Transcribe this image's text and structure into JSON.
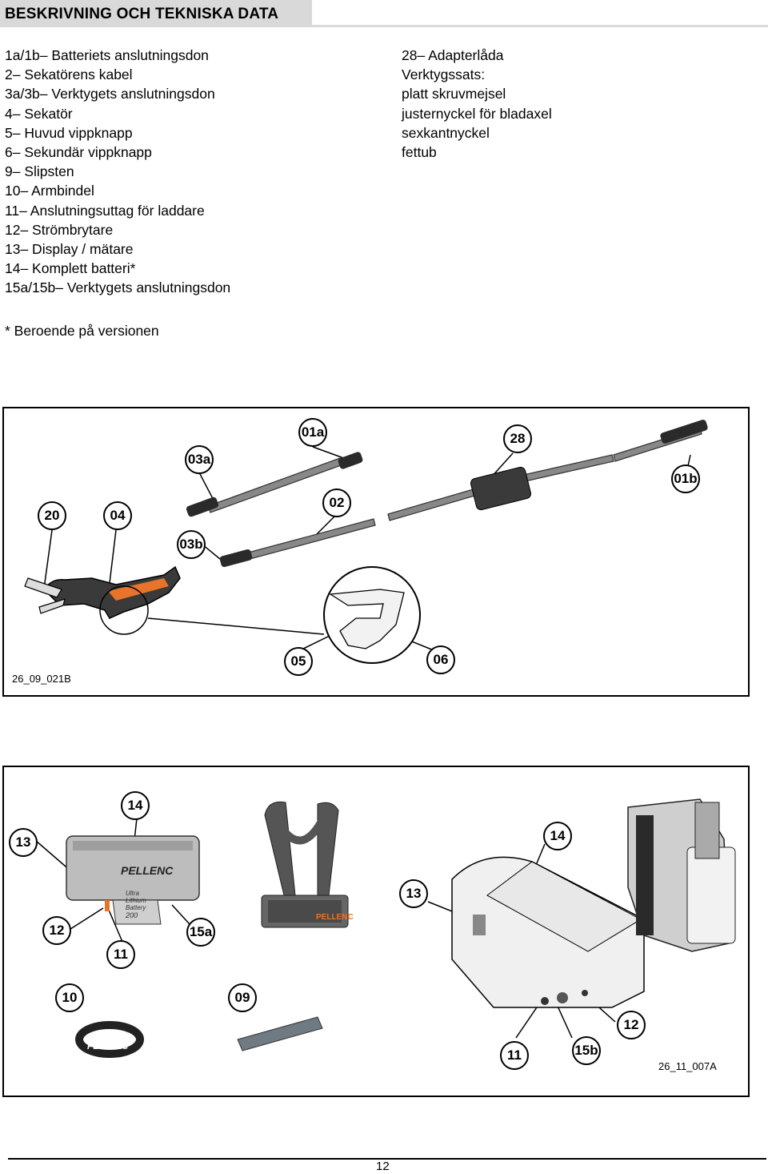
{
  "header": {
    "title": "BESKRIVNING OCH TEKNISKA DATA"
  },
  "left_list": [
    "1a/1b– Batteriets anslutningsdon",
    "2– Sekatörens kabel",
    "3a/3b– Verktygets anslutningsdon",
    "4– Sekatör",
    "5– Huvud vippknapp",
    "6– Sekundär vippknapp",
    "9– Slipsten",
    "10– Armbindel",
    "11– Anslutningsuttag för laddare",
    "12– Strömbrytare",
    "13– Display / mätare",
    "14– Komplett batteri*",
    "15a/15b– Verktygets anslutningsdon"
  ],
  "right_list": [
    "28– Adapterlåda",
    "Verktygssats:",
    "platt skruvmejsel",
    "justernyckel för bladaxel",
    "sexkantnyckel",
    "fettub"
  ],
  "footnote": "* Beroende på versionen",
  "figure1": {
    "callouts": {
      "c20": "20",
      "c04": "04",
      "c03a": "03a",
      "c03b": "03b",
      "c01a": "01a",
      "c02": "02",
      "c28": "28",
      "c01b": "01b",
      "c05": "05",
      "c06": "06"
    },
    "ref": "26_09_021B"
  },
  "figure2": {
    "callouts": {
      "c14a": "14",
      "c13a": "13",
      "c12a": "12",
      "c11a": "11",
      "c15a": "15a",
      "c10": "10",
      "c09": "09",
      "c14b": "14",
      "c13b": "13",
      "c12b": "12",
      "c11b": "11",
      "c15b": "15b"
    },
    "battery_brand": "PELLENC",
    "battery_text": [
      "Ultra",
      "Lithium",
      "Battery",
      "200"
    ],
    "harness_brand": "PELLENC",
    "band_brand": "PELLENC",
    "ref": "26_11_007A"
  },
  "page_number": "12",
  "colors": {
    "header_bg": "#d9d9d9",
    "accent_orange": "#e8732a",
    "dark_gray": "#3a3a3a"
  }
}
